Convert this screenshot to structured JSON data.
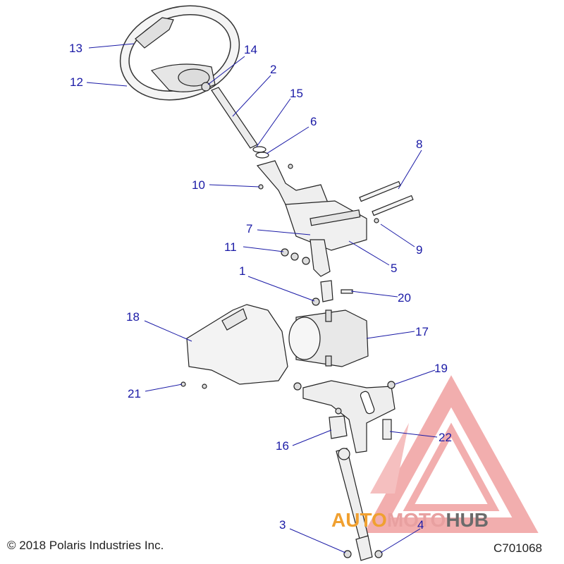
{
  "callouts": [
    "13",
    "14",
    "12",
    "2",
    "15",
    "6",
    "8",
    "10",
    "7",
    "9",
    "11",
    "5",
    "1",
    "20",
    "18",
    "17",
    "19",
    "21",
    "16",
    "22",
    "3",
    "4"
  ],
  "copyright": "© 2018 Polaris Industries Inc.",
  "figure_code": "C701068",
  "watermark": {
    "part_auto": "AUTO",
    "part_moto": "MOTO",
    "part_hub": "HUB",
    "colors": {
      "auto": "#f0a030",
      "moto": "#e8a0a0",
      "hub": "#6b6b6b",
      "triangle": "#f0a0a0"
    }
  }
}
